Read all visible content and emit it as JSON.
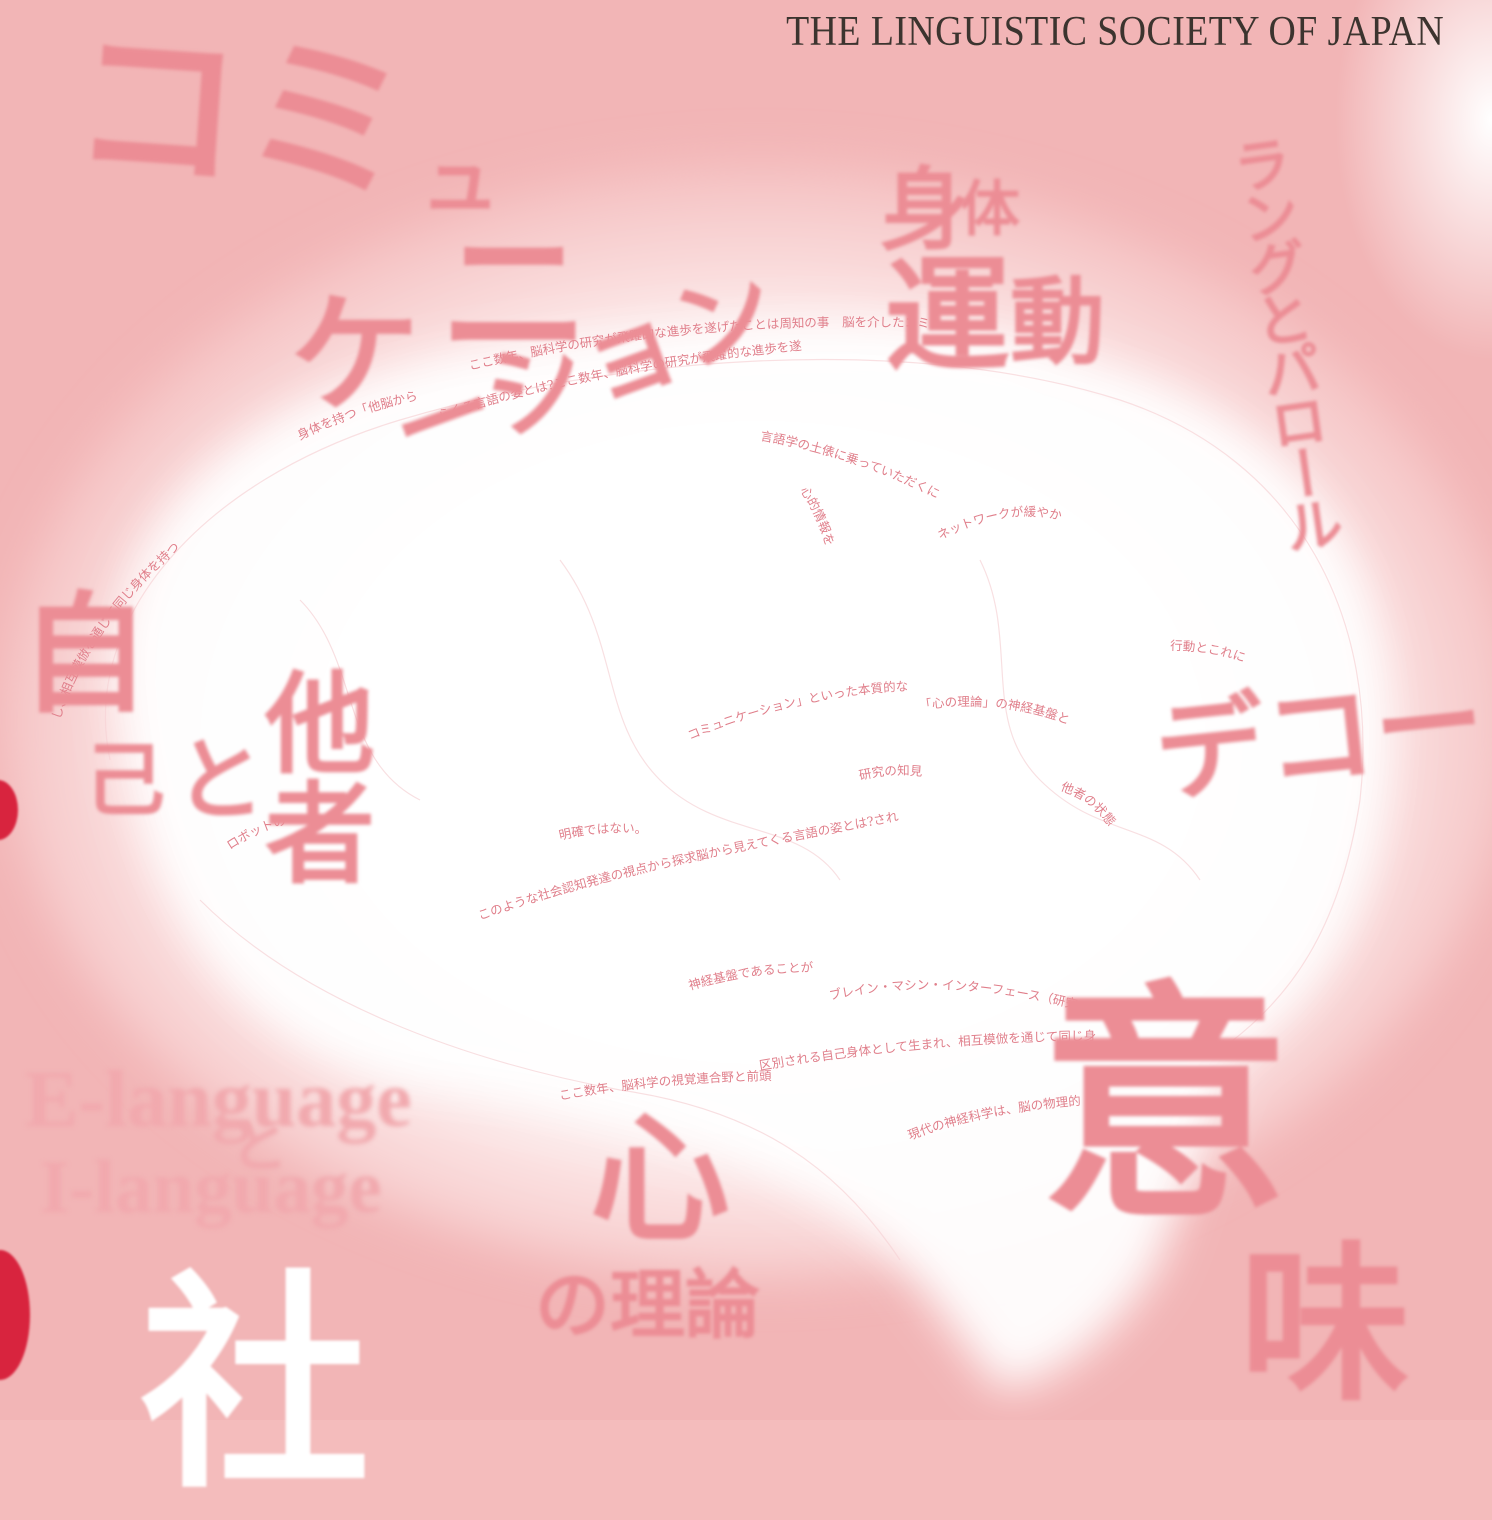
{
  "header": {
    "society": "THE LINGUISTIC SOCIETY OF JAPAN"
  },
  "keywords": {
    "communication": {
      "part1": "コミ",
      "part2": "ュ",
      "part3": "ニ",
      "part4": "ケ",
      "part5": "ーション"
    },
    "body_motion": {
      "small": "体",
      "big1": "身",
      "big2": "運",
      "big3": "動"
    },
    "langue_parole": "ラングとパロール",
    "self_other": {
      "self": "自",
      "ko": "己",
      "to": "と",
      "other": "他",
      "mono": "者"
    },
    "decode": "デコード",
    "meaning": {
      "i": "意",
      "mi": "味"
    },
    "theory_of_mind": {
      "big": "心",
      "small": "の理論"
    },
    "e_language": "E-language",
    "to": "と",
    "i_language": "I-language",
    "society_partial": "社"
  },
  "brain_lines": [
    "ここ数年、脳科学の研究が飛躍的な進歩を遂げたことは周知の事　脳を介したコミ",
    "らくる言語の姿とは?ここ数年、脳科学の研究が飛躍的な進歩を遂げた",
    "身体を持つ「他脳から",
    "し、相互模倣を通じて同じ身体を持つ",
    "言語学の土俵に乗っていただくには",
    "心的情報を",
    "ネットワークが緩やかに",
    "「心の理論」の神経基盤と",
    "研究の知見",
    "他者の状態",
    "明確ではない。",
    "このような社会認知発達の視点から探求脳から見えてくる言語の姿とは?されるべ",
    "ブレイン・マシン・インターフェース（研究から見た",
    "区別される自己身体として生まれ、相互模倣を通じて同じ身",
    "ここ数年、脳科学の視覚連合野と前頭",
    "現代の神経科学は、脳の物理的",
    "行動とこれに",
    "コミュニケーション」といった本質的な",
    "神経基盤であることが",
    "ロボットの"
  ]
}
